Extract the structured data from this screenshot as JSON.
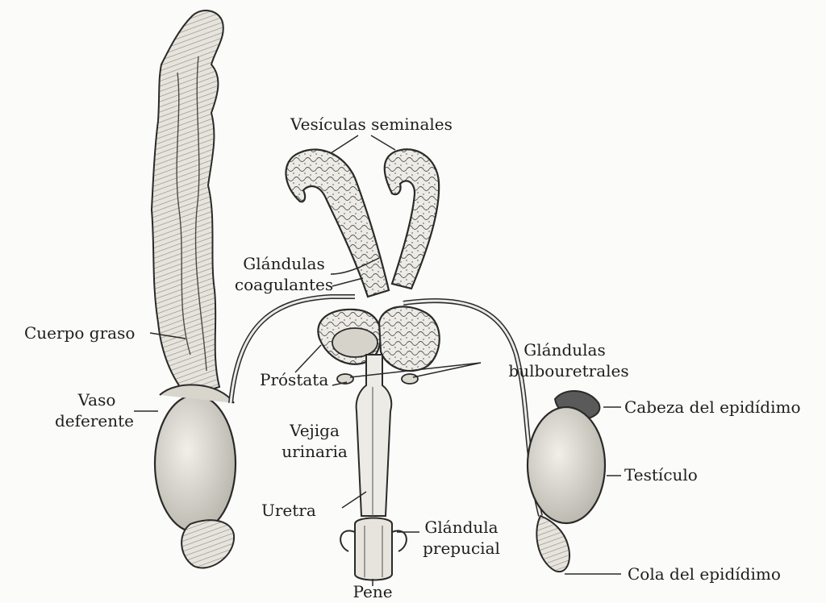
{
  "labels": {
    "vesiculas": "Vesículas seminales",
    "glandulas_coag_1": "Glándulas",
    "glandulas_coag_2": "coagulantes",
    "cuerpo_graso": "Cuerpo graso",
    "glandulas_bulbo_1": "Glándulas",
    "glandulas_bulbo_2": "bulbouretrales",
    "prostata": "Próstata",
    "vaso_1": "Vaso",
    "vaso_2": "deferente",
    "cabeza_epididimo": "Cabeza del epidídimo",
    "vejiga_1": "Vejiga",
    "vejiga_2": "urinaria",
    "testiculo": "Testículo",
    "uretra": "Uretra",
    "glandula_prep_1": "Glándula",
    "glandula_prep_2": "prepucial",
    "cola_epididimo": "Cola del epidídimo",
    "pene": "Pene"
  },
  "colors": {
    "ink": "#2a2a2a",
    "fill": "#e9e7e0",
    "shade": "#c9c6bd",
    "background": "#fbfbf9"
  }
}
